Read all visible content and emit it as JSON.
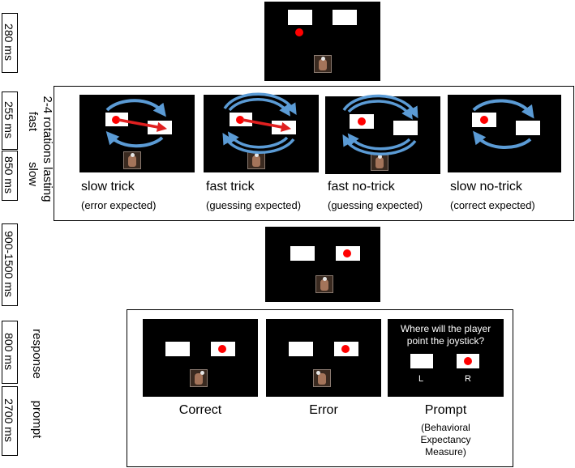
{
  "timing": {
    "fixation": "280 ms",
    "rotation_header": "2-4 rotations lasting",
    "fast_label": "fast",
    "slow_label": "slow",
    "fast_duration": "255 ms",
    "slow_duration": "850 ms",
    "wait_duration": "900-1500 ms",
    "response_label": "response",
    "prompt_label": "prompt",
    "response_duration": "800 ms",
    "prompt_duration": "2700 ms"
  },
  "conditions": [
    {
      "title": "slow trick",
      "subtitle": "(error expected)"
    },
    {
      "title": "fast trick",
      "subtitle": "(guessing expected)"
    },
    {
      "title": "fast no-trick",
      "subtitle": "(guessing expected)"
    },
    {
      "title": "slow no-trick",
      "subtitle": "(correct expected)"
    }
  ],
  "responses": {
    "correct": "Correct",
    "error": "Error",
    "prompt": "Prompt",
    "prompt_question_line1": "Where will the player",
    "prompt_question_line2": "point the joystick?",
    "left_key": "L",
    "right_key": "R",
    "prompt_desc_line1": "(Behavioral",
    "prompt_desc_line2": "Expectancy",
    "prompt_desc_line3": "Measure)"
  },
  "colors": {
    "screen": "#000000",
    "target": "#ff0000",
    "rotation_arrow": "#5b9bd5",
    "trick_arrow": "#e02020"
  }
}
